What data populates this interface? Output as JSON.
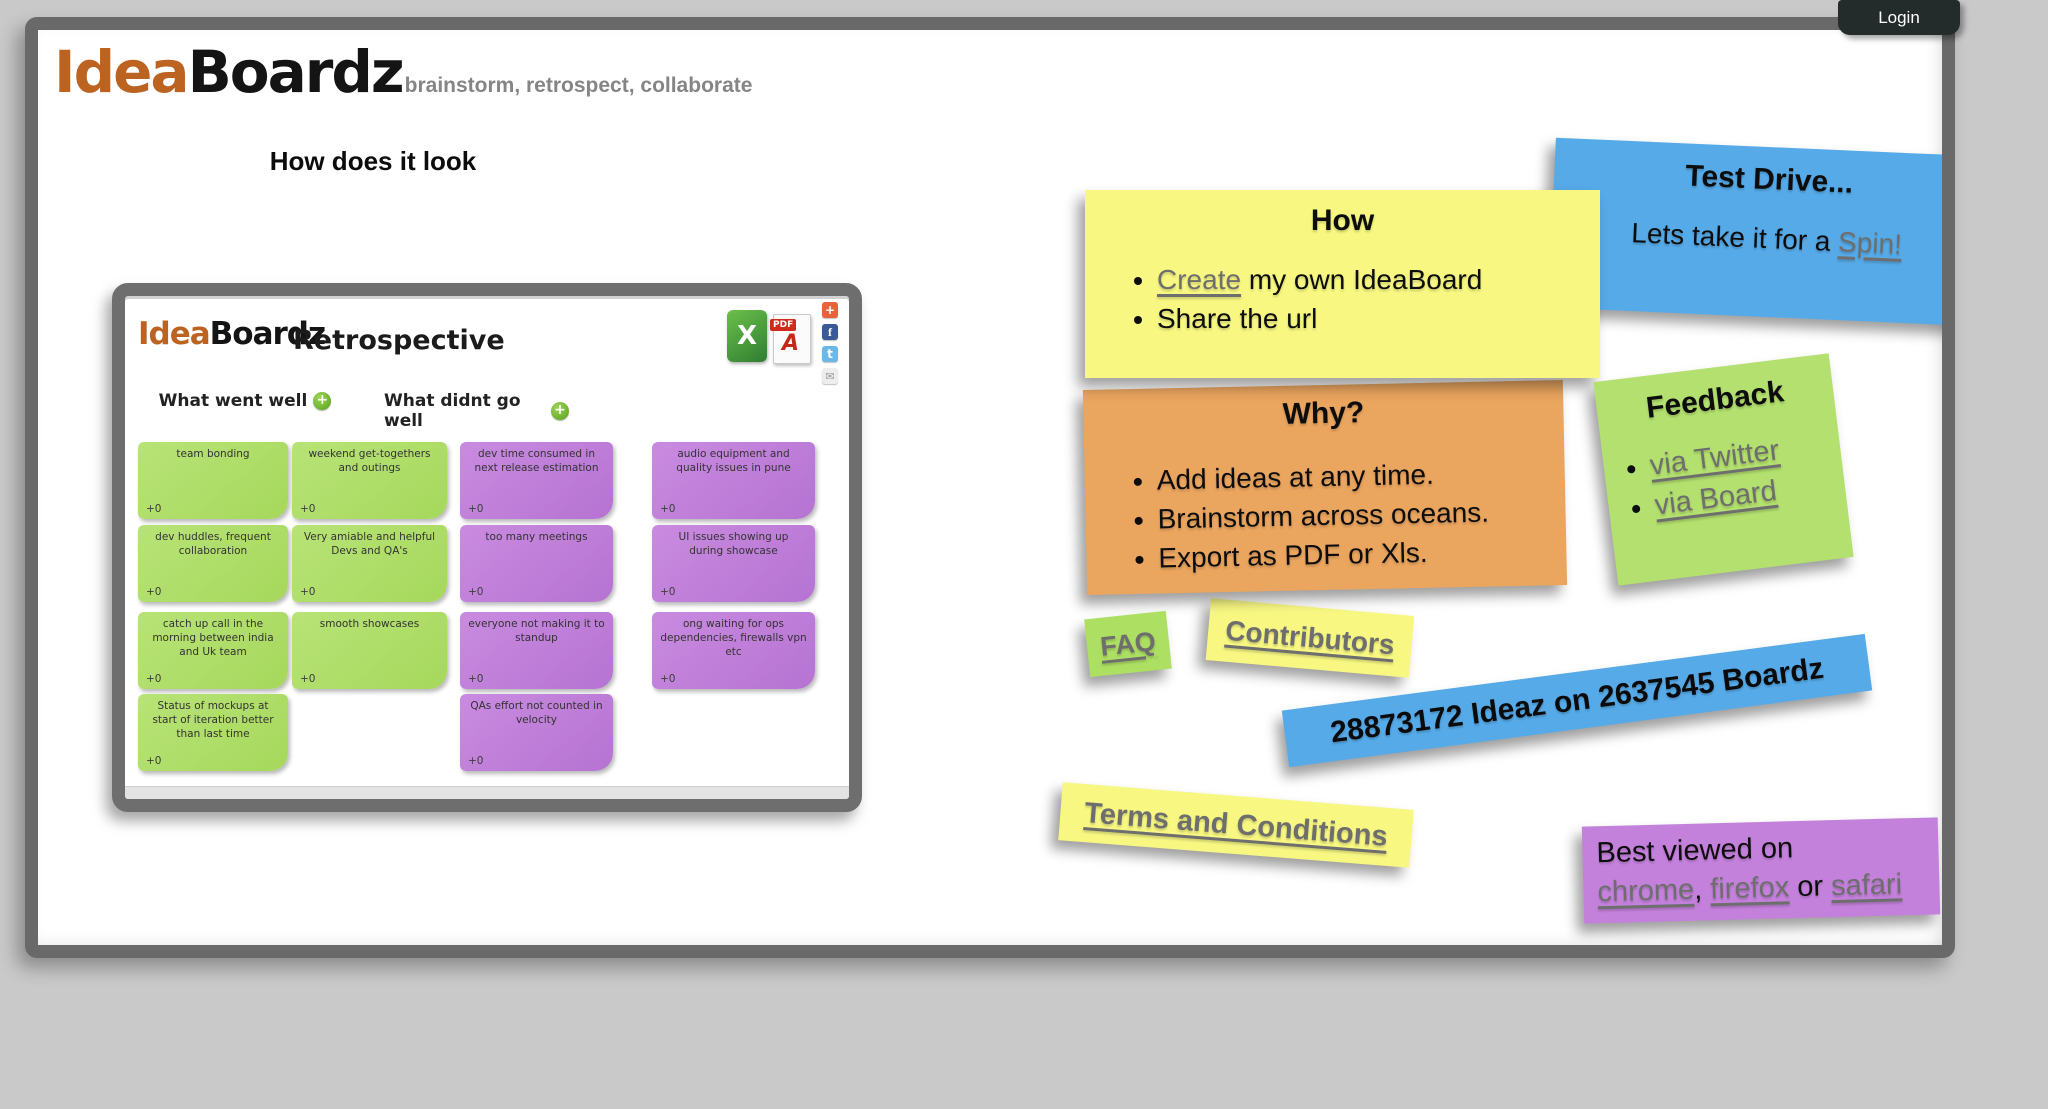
{
  "login": {
    "label": "Login"
  },
  "logo": {
    "idea": "Idea",
    "boardz": "Boardz",
    "tagline": "brainstorm, retrospect, collaborate"
  },
  "preview": {
    "heading": "How does it look",
    "board": {
      "logo_idea": "Idea",
      "logo_boardz": "Boardz",
      "title": "Retrospective",
      "columns": [
        {
          "header": "What went well"
        },
        {
          "header": "What didnt go well"
        }
      ],
      "icons": {
        "excel_label": "X",
        "pdf_label": "PDF",
        "pdf_swirl": "A",
        "add_glyph": "+",
        "facebook_glyph": "f",
        "twitter_glyph": "t",
        "email_glyph": "✉",
        "header_add_glyph": "+"
      },
      "notes": [
        {
          "text": "team bonding",
          "votes": "+0",
          "color": "green",
          "col": 0,
          "row": 0
        },
        {
          "text": "weekend get-togethers and outings",
          "votes": "+0",
          "color": "green",
          "col": 1,
          "row": 0
        },
        {
          "text": "dev time consumed in next release estimation",
          "votes": "+0",
          "color": "purple",
          "col": 2,
          "row": 0
        },
        {
          "text": "audio equipment and quality issues in pune",
          "votes": "+0",
          "color": "purple",
          "col": 3,
          "row": 0
        },
        {
          "text": "dev huddles, frequent collaboration",
          "votes": "+0",
          "color": "green",
          "col": 0,
          "row": 1
        },
        {
          "text": "Very amiable and helpful Devs and QA's",
          "votes": "+0",
          "color": "green",
          "col": 1,
          "row": 1
        },
        {
          "text": "too many meetings",
          "votes": "+0",
          "color": "purple",
          "col": 2,
          "row": 1
        },
        {
          "text": "UI issues showing up during showcase",
          "votes": "+0",
          "color": "purple",
          "col": 3,
          "row": 1
        },
        {
          "text": "catch up call in the morning between india and Uk team",
          "votes": "+0",
          "color": "green",
          "col": 0,
          "row": 2
        },
        {
          "text": "smooth showcases",
          "votes": "+0",
          "color": "green",
          "col": 1,
          "row": 2
        },
        {
          "text": "everyone not making it to standup",
          "votes": "+0",
          "color": "purple",
          "col": 2,
          "row": 2
        },
        {
          "text": "ong waiting for ops dependencies, firewalls vpn etc",
          "votes": "+0",
          "color": "purple",
          "col": 3,
          "row": 2
        },
        {
          "text": "Status of mockups at start of iteration better than last time",
          "votes": "+0",
          "color": "green",
          "col": 0,
          "row": 3
        },
        {
          "text": "QAs effort not counted in velocity",
          "votes": "+0",
          "color": "purple",
          "col": 2,
          "row": 3
        }
      ]
    }
  },
  "stickies": {
    "how": {
      "title": "How",
      "items": [
        {
          "parts": [
            {
              "link": "Create"
            },
            {
              "text": " my own IdeaBoard"
            }
          ]
        },
        {
          "parts": [
            {
              "text": "Share the url"
            }
          ]
        }
      ]
    },
    "test_drive": {
      "title": "Test Drive...",
      "parts": [
        {
          "text": "Lets take it for a "
        },
        {
          "link": "Spin!"
        }
      ]
    },
    "why": {
      "title": "Why?",
      "items": [
        "Add ideas at any time.",
        "Brainstorm across oceans.",
        "Export as PDF or Xls."
      ]
    },
    "feedback": {
      "title": "Feedback",
      "links": [
        "via Twitter",
        "via Board"
      ]
    },
    "faq": {
      "label": "FAQ"
    },
    "contributors": {
      "label": "Contributors"
    },
    "stats": {
      "label": "28873172 Ideaz on 2637545 Boardz"
    },
    "terms": {
      "label": "Terms and Conditions"
    },
    "best_viewed": {
      "line1": "Best viewed on",
      "parts": [
        {
          "link": "chrome"
        },
        {
          "text": ", "
        },
        {
          "link": "firefox"
        },
        {
          "text": " or "
        },
        {
          "link": "safari"
        }
      ]
    }
  },
  "colors": {
    "background": "#c9c9c9",
    "frame": "#696969",
    "login_bg": "#242b2b",
    "logo_orange": "#bd6322",
    "sticky_yellow": "#f7f782",
    "sticky_blue": "#56aae8",
    "sticky_orange": "#eaa55f",
    "sticky_green": "#b3e06e",
    "sticky_purple": "#c481dc",
    "board_note_green": "#aedc6b",
    "board_note_purple": "#bd7ed7",
    "link_gray": "#6e6e6e"
  }
}
